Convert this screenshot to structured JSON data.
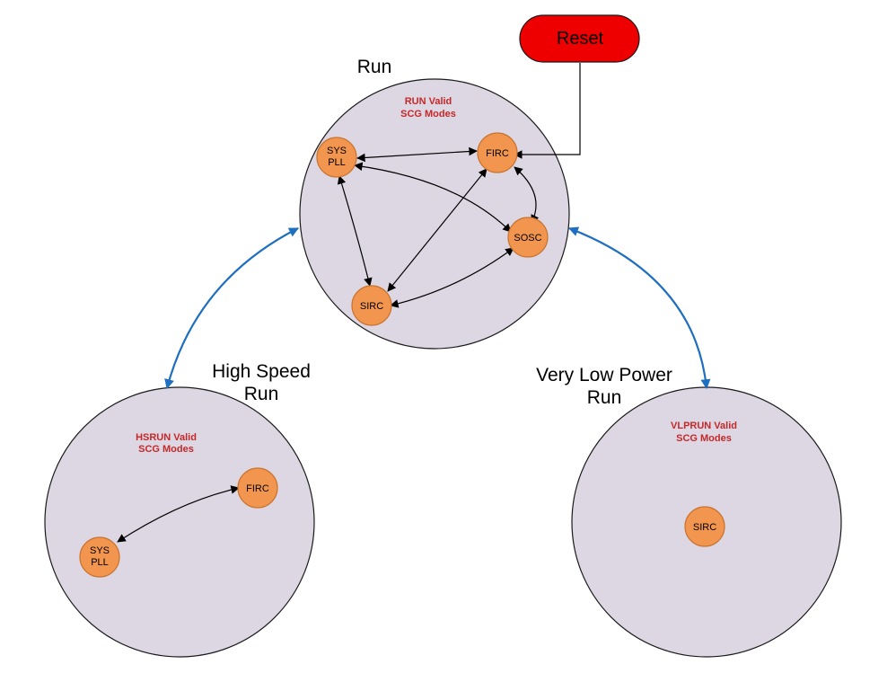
{
  "reset": {
    "label": "Reset"
  },
  "modes": {
    "run": {
      "title": "Run",
      "valid_line1": "RUN Valid",
      "valid_line2": "SCG Modes",
      "nodes": {
        "syspll_line1": "SYS",
        "syspll_line2": "PLL",
        "firc": "FIRC",
        "sosc": "SOSC",
        "sirc": "SIRC"
      }
    },
    "hsrun": {
      "title_line1": "High Speed",
      "title_line2": "Run",
      "valid_line1": "HSRUN Valid",
      "valid_line2": "SCG Modes",
      "nodes": {
        "firc": "FIRC",
        "syspll_line1": "SYS",
        "syspll_line2": "PLL"
      }
    },
    "vlprun": {
      "title_line1": "Very Low Power",
      "title_line2": "Run",
      "valid_line1": "VLPRUN Valid",
      "valid_line2": "SCG Modes",
      "nodes": {
        "sirc": "SIRC"
      }
    }
  },
  "colors": {
    "mode_fill": "#ddd6e3",
    "node_fill": "#f2954e",
    "reset_fill": "#ee0000",
    "valid_text": "#c62828",
    "transition_arrow": "#1f6fc0"
  }
}
